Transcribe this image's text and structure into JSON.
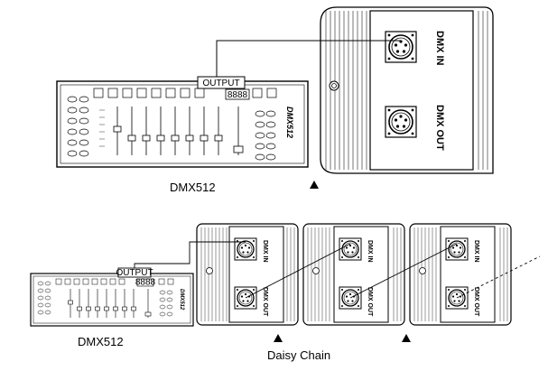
{
  "top": {
    "controller_label": "DMX512",
    "controller_brand": "DMX512",
    "output_label": "OUTPUT",
    "display_text": "8888",
    "port_in_label": "DMX IN",
    "port_out_label": "DMX OUT"
  },
  "bottom": {
    "controller_label": "DMX512",
    "controller_brand": "DMX512",
    "output_label": "OUTPUT",
    "display_text": "8888",
    "chain_label": "Daisy Chain",
    "fixtures": [
      {
        "in_label": "DMX IN",
        "out_label": "DMX OUT"
      },
      {
        "in_label": "DMX IN",
        "out_label": "DMX OUT"
      },
      {
        "in_label": "DMX IN",
        "out_label": "DMX OUT"
      }
    ]
  },
  "icons": [
    "triangle-up-icon",
    "xlr-connector-icon"
  ]
}
